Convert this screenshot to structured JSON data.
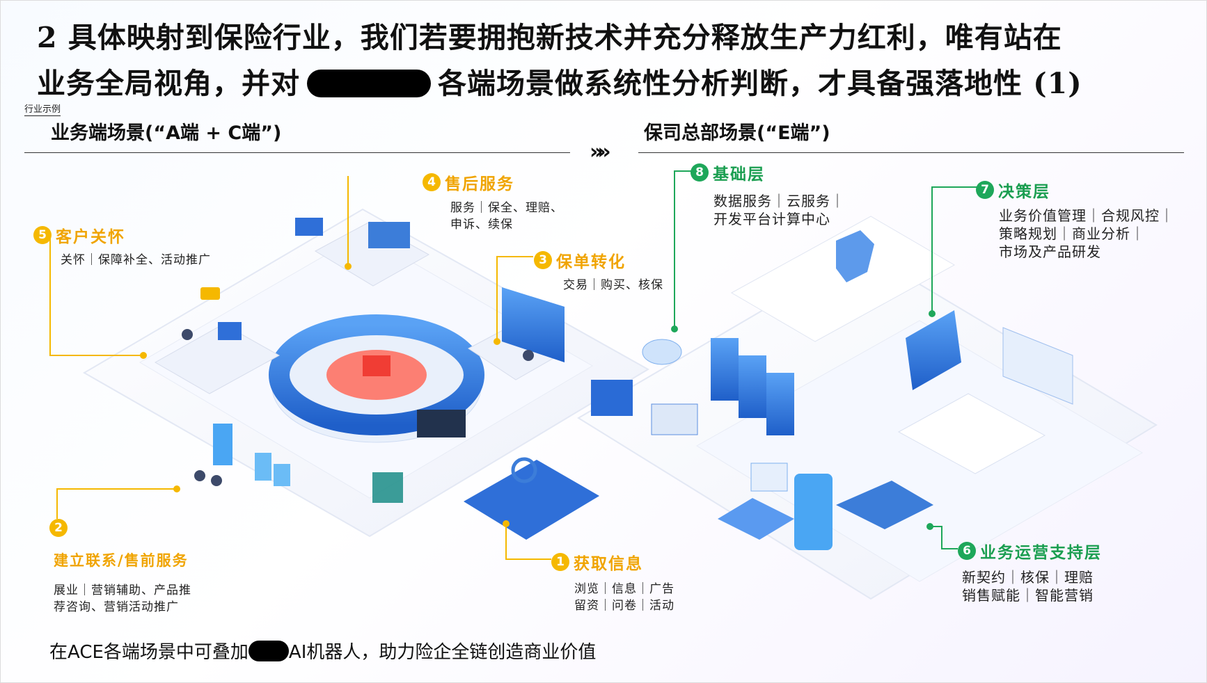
{
  "title": {
    "line1": "2 具体映射到保险行业，我们若要拥抱新技术并充分释放生产力红利，唯有站在",
    "line2_a": "业务全局视角，并对",
    "line2_b": "各端场景做系统性分析判断，才具备强落地性 (1)"
  },
  "tag": "行业示例",
  "left_section": {
    "title": "业务端场景(“A端 + C端”)"
  },
  "right_section": {
    "title": "保司总部场景(“E端”)"
  },
  "arrow": "»»",
  "colors": {
    "yellow": "#f5b800",
    "green": "#1ea75a",
    "blue": "#3c7dd9",
    "accent_red": "#e8443a"
  },
  "nodes": [
    {
      "num": "1",
      "title": "获取信息",
      "desc": [
        "浏览｜信息｜广告",
        "留资｜问卷｜活动"
      ],
      "color": "yellow"
    },
    {
      "num": "2",
      "title": "建立联系/售前服务",
      "desc": [
        "展业｜营销辅助、产品推",
        "荐咨询、营销活动推广"
      ],
      "color": "yellow"
    },
    {
      "num": "3",
      "title": "保单转化",
      "desc": [
        "交易｜购买、核保"
      ],
      "color": "yellow"
    },
    {
      "num": "4",
      "title": "售后服务",
      "desc": [
        "服务｜保全、理赔、",
        "申诉、续保"
      ],
      "color": "yellow"
    },
    {
      "num": "5",
      "title": "客户关怀",
      "desc": [
        "关怀｜保障补全、活动推广"
      ],
      "color": "yellow"
    },
    {
      "num": "6",
      "title": "业务运营支持层",
      "desc": [
        "新契约｜核保｜理赔",
        "销售赋能｜智能营销"
      ],
      "color": "green"
    },
    {
      "num": "7",
      "title": "决策层",
      "desc": [
        "业务价值管理｜合规风控｜",
        "策略规划｜商业分析｜",
        "市场及产品研发"
      ],
      "color": "green"
    },
    {
      "num": "8",
      "title": "基础层",
      "desc": [
        "数据服务｜云服务｜",
        "开发平台计算中心"
      ],
      "color": "green"
    }
  ],
  "bottom": {
    "a": "在ACE各端场景中可叠加",
    "b": "AI机器人，助力险企全链创造商业价值"
  }
}
